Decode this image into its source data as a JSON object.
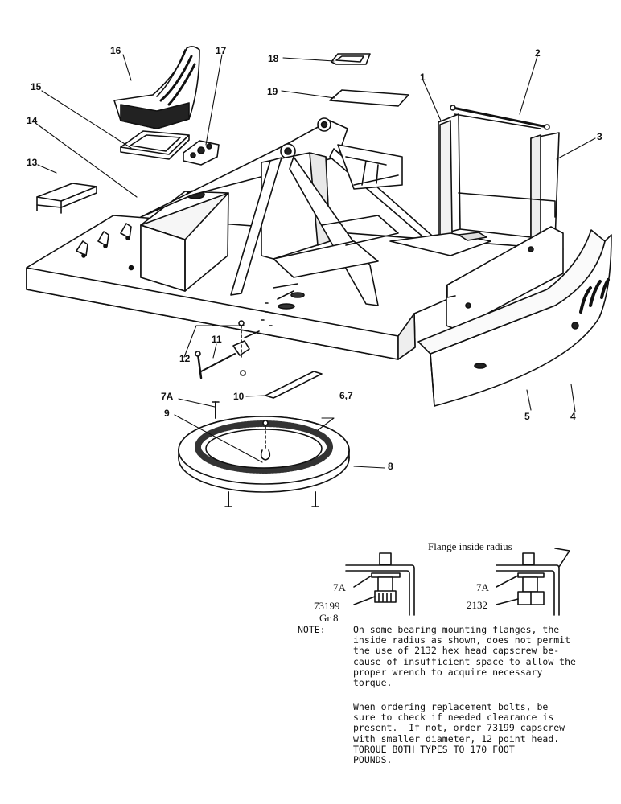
{
  "callouts": {
    "c1": "1",
    "c2": "2",
    "c3": "3",
    "c4": "4",
    "c5": "5",
    "c6_7": "6,7",
    "c7a": "7A",
    "c8": "8",
    "c9": "9",
    "c10": "10",
    "c11": "11",
    "c12": "12",
    "c13": "13",
    "c14": "14",
    "c15": "15",
    "c16": "16",
    "c17": "17",
    "c18": "18",
    "c19": "19"
  },
  "detail": {
    "flange_label": "Flange inside radius",
    "left": {
      "part_top": "7A",
      "part_bottom": "73199",
      "grade": "Gr 8"
    },
    "right": {
      "part_top": "7A",
      "part_bottom": "2132"
    }
  },
  "note": {
    "prefix": "NOTE:",
    "para1": [
      "On some bearing mounting flanges, the",
      "inside radius as shown, does not permit",
      "the use of 2132 hex head capscrew be-",
      "cause of insufficient space to allow the",
      "proper wrench to acquire necessary",
      "torque."
    ],
    "para2": [
      "When ordering replacement bolts, be",
      "sure to check if needed clearance is",
      "present.  If not, order 73199 capscrew",
      "with smaller diameter, 12 point head.",
      "TORQUE BOTH TYPES TO 170 FOOT",
      "POUNDS."
    ]
  }
}
